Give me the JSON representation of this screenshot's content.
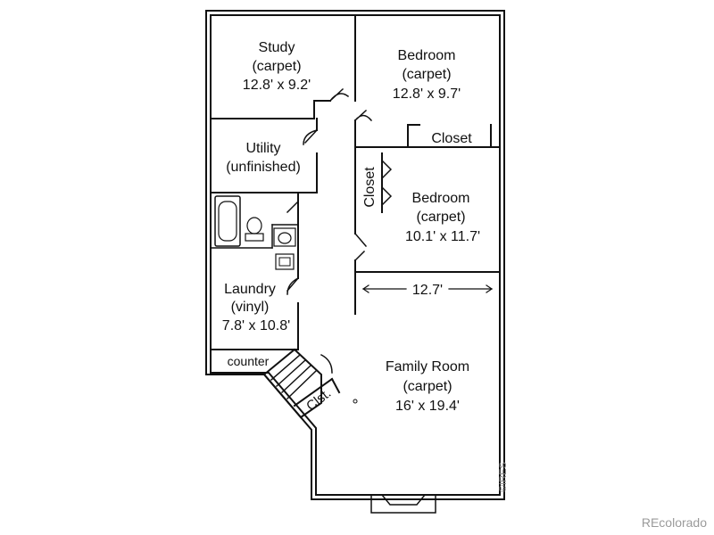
{
  "rooms": {
    "study": {
      "name": "Study",
      "floor": "(carpet)",
      "size": "12.8' x 9.2'"
    },
    "bedroom1": {
      "name": "Bedroom",
      "floor": "(carpet)",
      "size": "12.8' x 9.7'"
    },
    "closet1": {
      "name": "Closet"
    },
    "utility": {
      "name": "Utility",
      "floor": "(unfinished)"
    },
    "closet2": {
      "name": "Closet"
    },
    "bedroom2": {
      "name": "Bedroom",
      "floor": "(carpet)",
      "size": "10.1' x 11.7'"
    },
    "laundry": {
      "name": "Laundry",
      "floor": "(vinyl)",
      "size": "7.8' x 10.8'"
    },
    "counter": {
      "name": "counter"
    },
    "clst": {
      "name": "Clst."
    },
    "family": {
      "name": "Family Room",
      "floor": "(carpet)",
      "size": "16' x 19.4'"
    }
  },
  "dimension": "12.7'",
  "watermark": "REcolorado",
  "copyright": "©IRES"
}
